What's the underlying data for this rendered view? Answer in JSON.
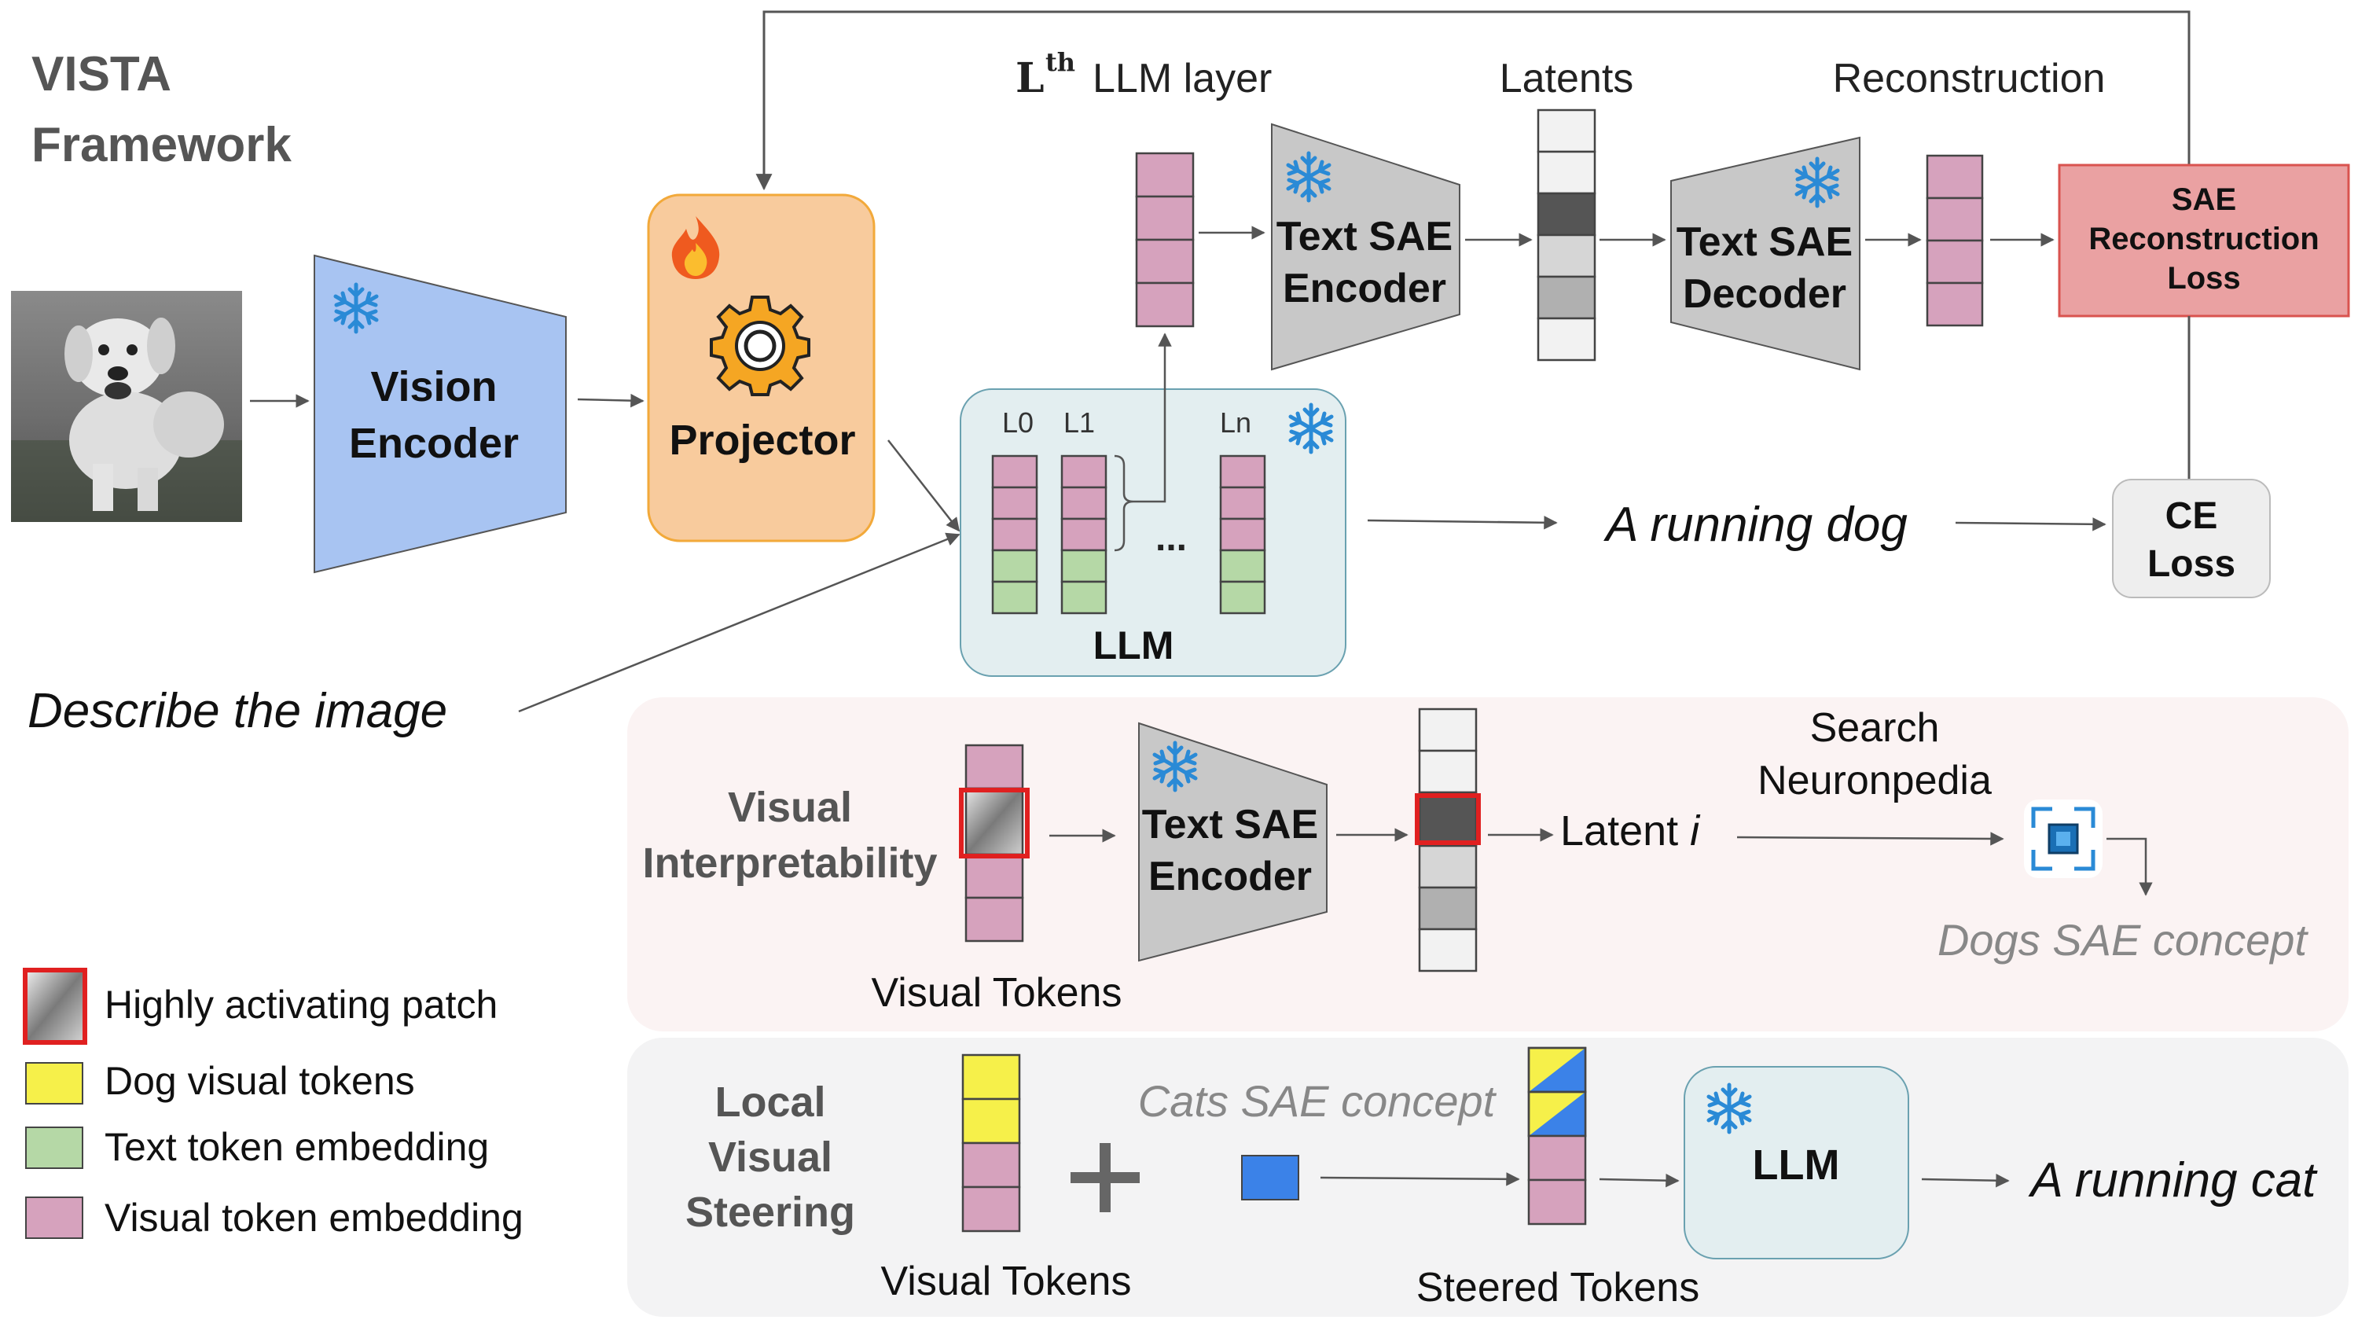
{
  "title": {
    "line1": "VISTA",
    "line2": "Framework"
  },
  "top_labels": {
    "llm_layer_sup": "th",
    "llm_layer_base": "L",
    "llm_layer_text": "LLM layer",
    "latents": "Latents",
    "reconstruction": "Reconstruction"
  },
  "modules": {
    "vision_encoder": {
      "line1": "Vision",
      "line2": "Encoder"
    },
    "projector": "Projector",
    "text_sae_encoder": {
      "line1": "Text SAE",
      "line2": "Encoder"
    },
    "text_sae_decoder": {
      "line1": "Text SAE",
      "line2": "Decoder"
    },
    "sae_loss": {
      "line1": "SAE",
      "line2": "Reconstruction",
      "line3": "Loss"
    },
    "ce_loss": {
      "line1": "CE",
      "line2": "Loss"
    },
    "llm": "LLM",
    "llm_layers": [
      "L0",
      "L1",
      "Ln"
    ],
    "ellipsis": "..."
  },
  "texts": {
    "output": "A running dog",
    "prompt": "Describe the image"
  },
  "interpretability": {
    "title": {
      "line1": "Visual",
      "line2": "Interpretability"
    },
    "visual_tokens": "Visual Tokens",
    "encoder": {
      "line1": "Text SAE",
      "line2": "Encoder"
    },
    "latent_prefix": "Latent ",
    "latent_var": "i",
    "search": {
      "line1": "Search",
      "line2": "Neuronpedia"
    },
    "concept": "Dogs SAE concept"
  },
  "steering": {
    "title": {
      "line1": "Local",
      "line2": "Visual",
      "line3": "Steering"
    },
    "visual_tokens": "Visual Tokens",
    "concept": "Cats SAE concept",
    "steered_tokens": "Steered Tokens",
    "llm": "LLM",
    "output": "A running cat"
  },
  "legend": [
    {
      "label": "Highly activating patch",
      "swatch": "patch"
    },
    {
      "label": "Dog visual tokens",
      "swatch": "#f6f04a"
    },
    {
      "label": "Text token embedding",
      "swatch": "#b5d8a6"
    },
    {
      "label": "Visual token embedding",
      "swatch": "#d6a2bd"
    }
  ],
  "colors": {
    "vision_encoder": "#a8c4f2",
    "projector": "#f8cb9d",
    "projector_border": "#f2a93a",
    "llm_box": "#e3eef0",
    "sae_loss": "#eaa1a2",
    "sae_loss_border": "#d9534f",
    "ce_loss": "#eeeeee",
    "trapezoid": "#c8c8c8",
    "panel_interpretability": "#fbf3f3",
    "panel_steering": "#f3f3f4",
    "visual_token": "#d6a2bd",
    "text_token": "#b5d8a6",
    "dog_token": "#f6f04a",
    "cat_concept": "#3b82e8",
    "highlight": "#e02020",
    "snowflake": "#2a8ad6"
  },
  "icons": {
    "frozen": "snowflake-icon",
    "trainable": "fire-icon",
    "projector": "gear-icon",
    "neuronpedia": "chip-icon"
  }
}
